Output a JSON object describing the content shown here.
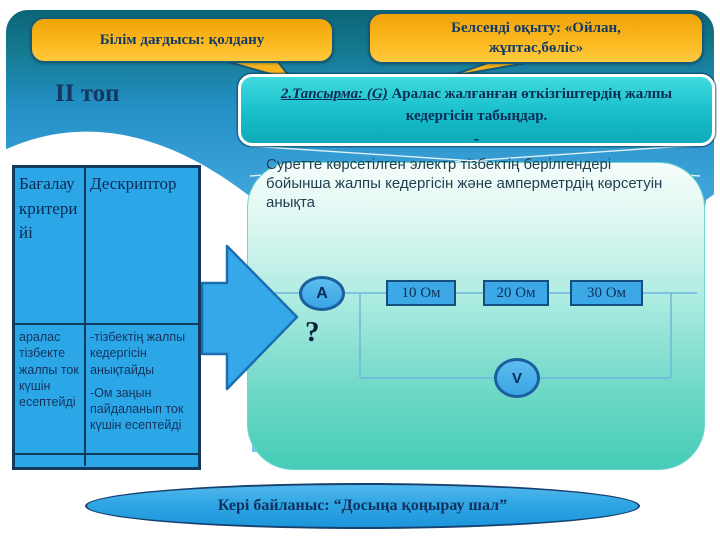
{
  "badges": {
    "skill": "Білім дағдысы: қолдану",
    "method": "Белсенді оқыту: «Ойлан, жұптас,бөліс»"
  },
  "group_label": "ІІ топ",
  "task": {
    "label": "2.Тапсырма: (G)",
    "text": " Аралас жалғанған өткізгіштердің жалпы кедергісін табыңдар.",
    "dash": "-"
  },
  "rubric": {
    "headers": [
      "Бағалау критерийі",
      "Дескриптор"
    ],
    "row": {
      "criteria": "аралас тізбекте жалпы ток күшін есептейді",
      "descriptors": [
        "-тізбектің жалпы кедергісін анықтайды",
        "-Ом заңын пайдаланып ток күшін есептейді"
      ]
    }
  },
  "problem": {
    "instruction": "Суретте көрсетілген электр тізбектің берілгендері бойынша жалпы кедергісін және амперметрдің көрсетуін анықта",
    "circuit": {
      "ammeter": "A",
      "voltmeter": "V",
      "unknown": "?",
      "resistors": [
        "10 Ом",
        "20 Ом",
        "30 Ом"
      ]
    }
  },
  "feedback": "Кері байланыс: “Досыңа қоңырау шал”",
  "colors": {
    "badge_orange": "#F5AF14",
    "task_cyan": "#12B7C4",
    "panel_teal": "#45CCB8",
    "table_blue": "#2BA7E8",
    "arrow_blue": "#34A8E9",
    "oval_blue": "#2FA6E4",
    "ink_navy": "#0D2B52"
  }
}
